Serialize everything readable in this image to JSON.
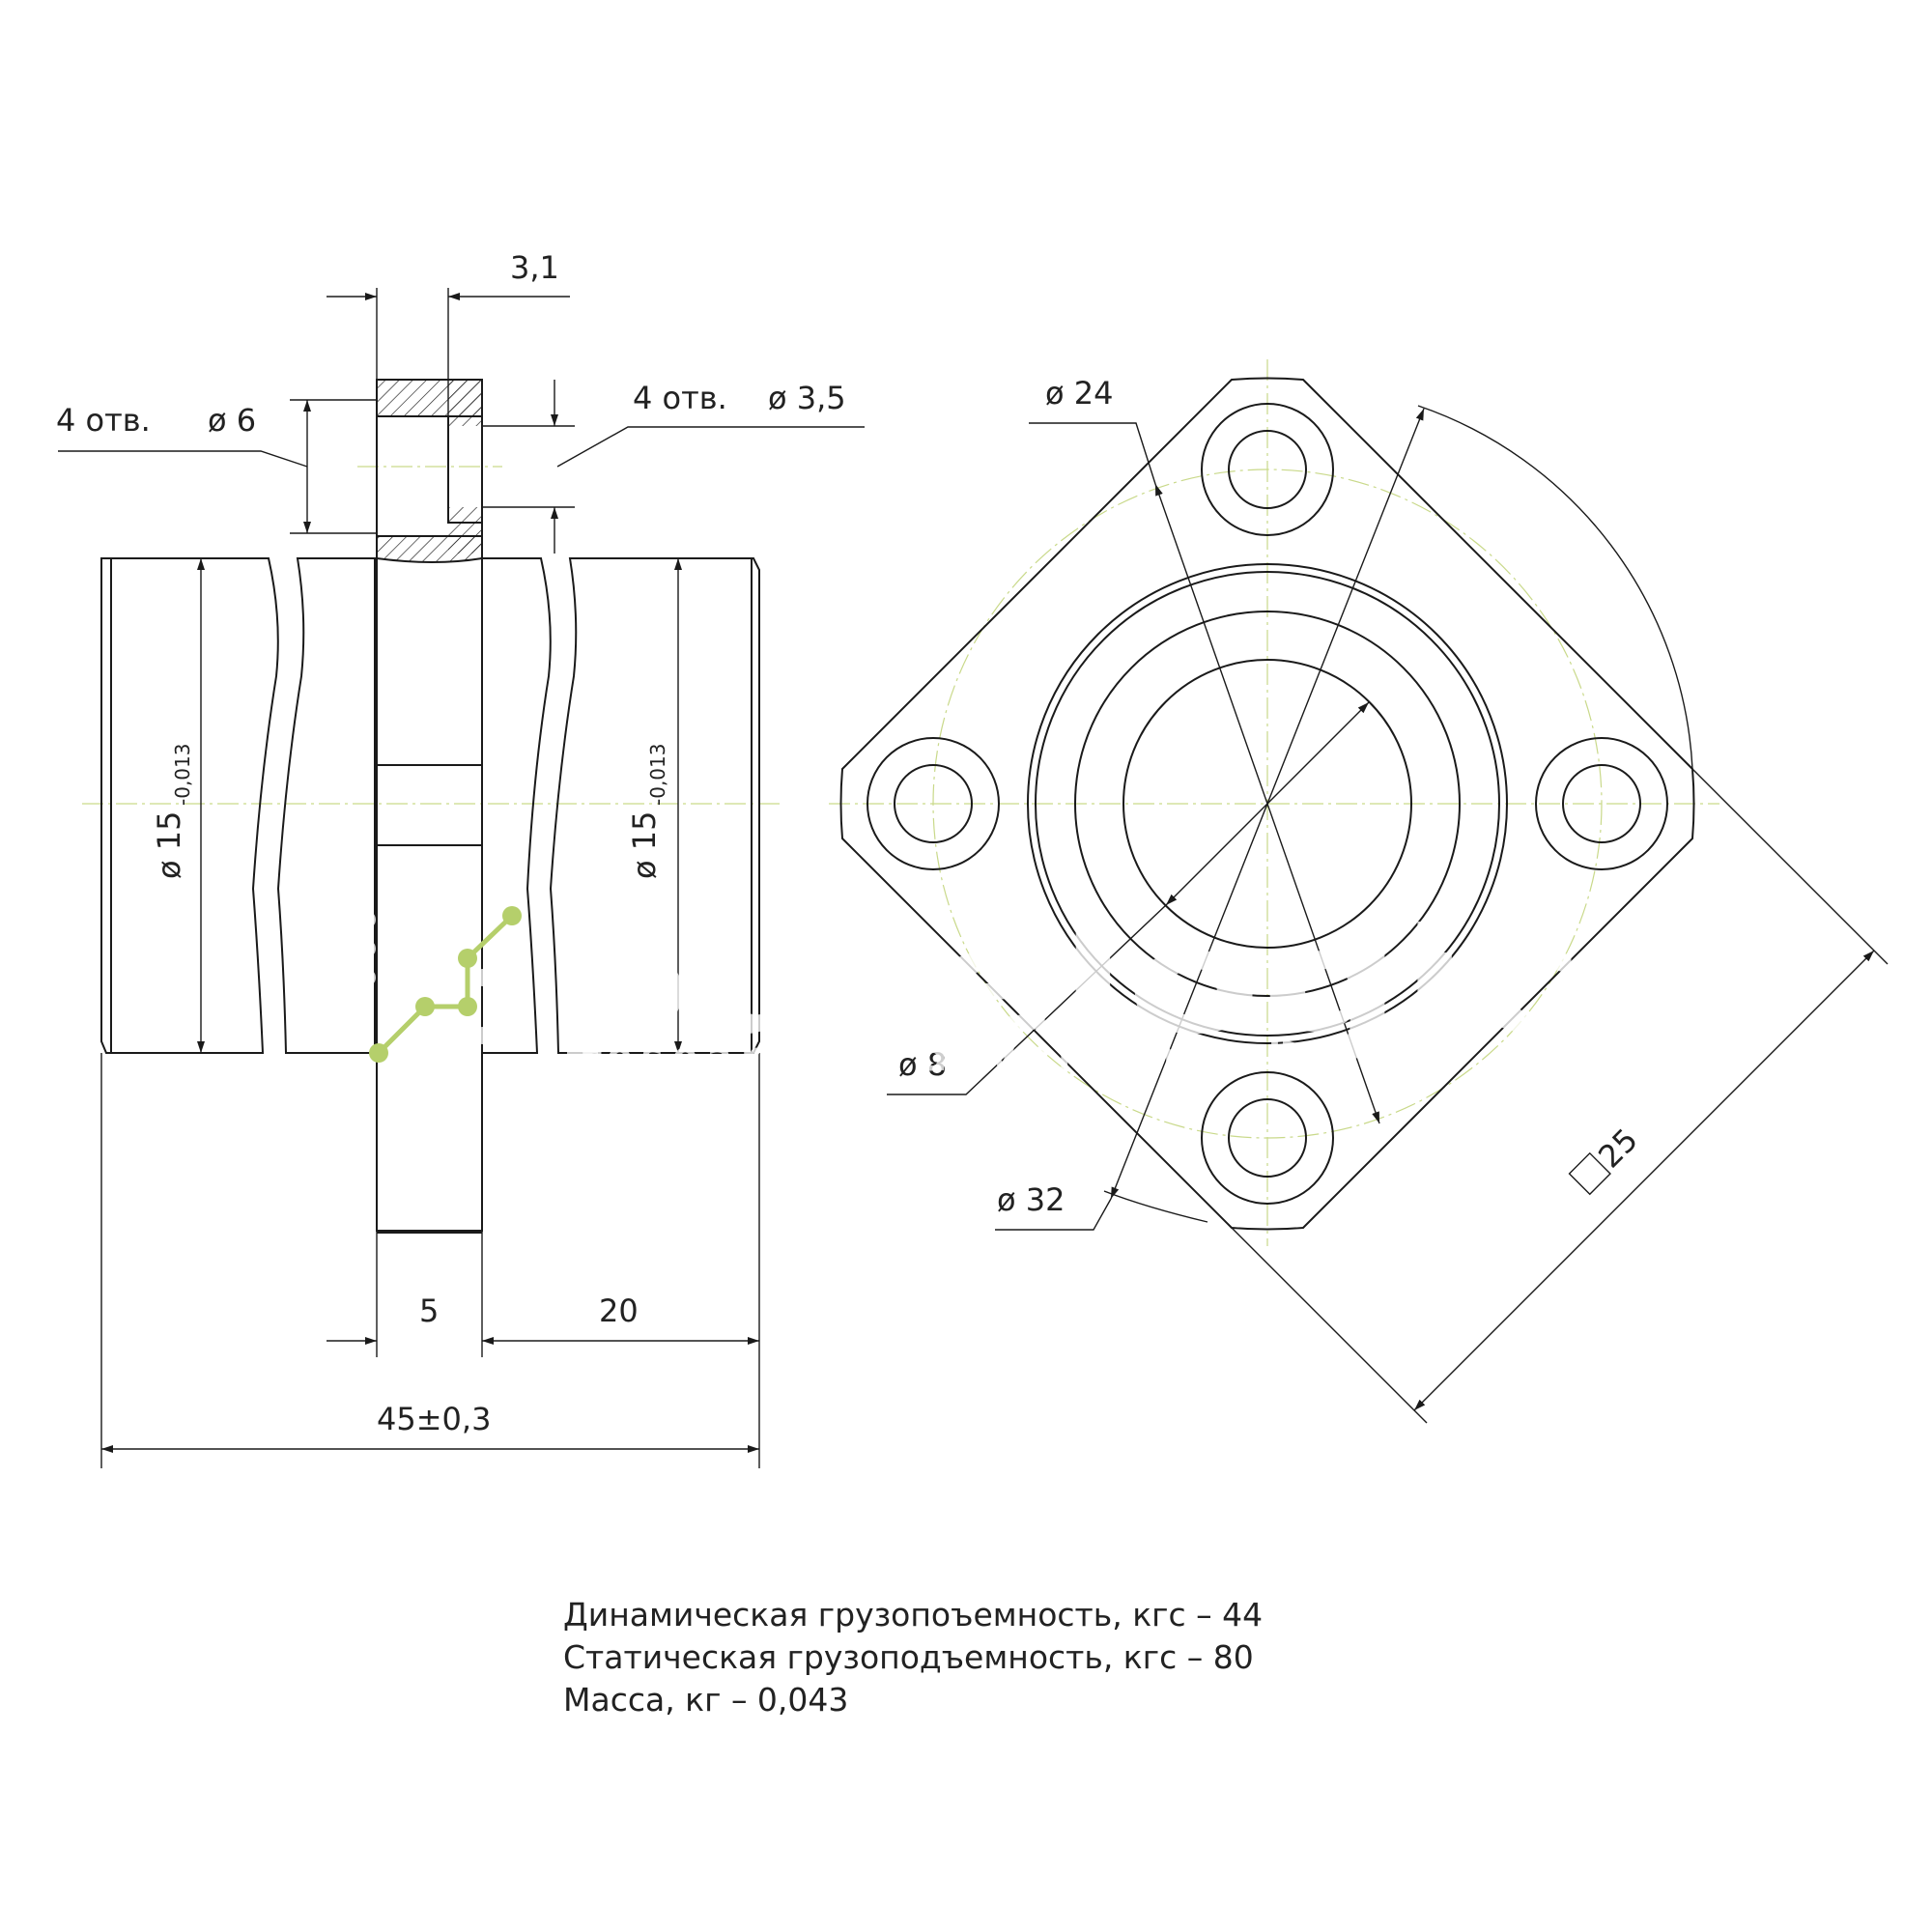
{
  "dimensions": {
    "flange_thickness": "3,1",
    "hole_label_left": "4 отв.",
    "hole_dia_left": "ø 6",
    "hole_label_right": "4 отв.",
    "hole_dia_right": "ø 3,5",
    "body_dia_left": "ø 15",
    "body_dia_left_tol": "-0,013",
    "body_dia_right": "ø 15",
    "body_dia_right_tol": "-0,013",
    "flange_width": "5",
    "right_length": "20",
    "total_length": "45±0,3",
    "pcd": "ø 24",
    "bore": "ø 8",
    "flange_dia": "ø 32",
    "square": "25"
  },
  "specs": {
    "dynamic_load": "Динамическая грузопоъемность, кгс – 44",
    "static_load": "Статическая грузоподъемность, кгс – 80",
    "mass": "Масса, кг – 0,043"
  },
  "watermark": {
    "brand": "purelogic",
    "tagline": "research & development",
    "accent_color": "#b5cf6b"
  }
}
